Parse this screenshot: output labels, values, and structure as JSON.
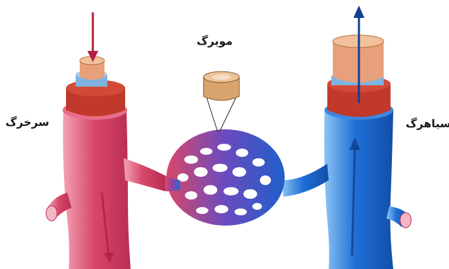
{
  "labels": {
    "artery": "سرخرگ",
    "capillary": "مویرگ",
    "vein": "سیاهرگ"
  },
  "colors": {
    "artery_main": "#d9486a",
    "artery_light": "#f08aa2",
    "vein_main": "#1f6fd6",
    "vein_light": "#5aa7f0",
    "wall_outer": "#c0392b",
    "wall_muscle": "#e07a5f",
    "wall_inner": "#7fb3e0",
    "capillary_tissue": "#d8a36d",
    "arrow_artery": "#b0203e",
    "arrow_vein": "#0f3f8f"
  }
}
